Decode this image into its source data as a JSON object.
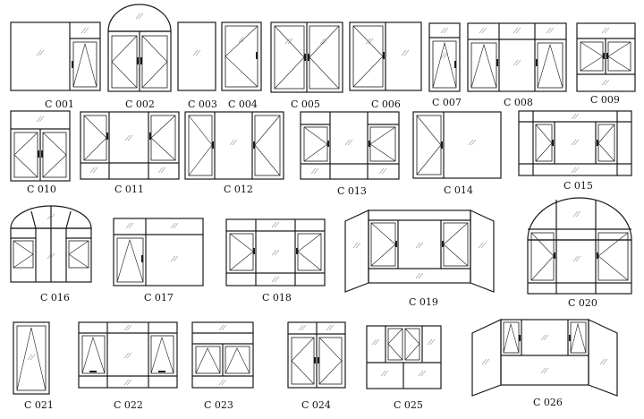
{
  "windows": [
    {
      "id": "c001",
      "code": "C 001"
    },
    {
      "id": "c002",
      "code": "C 002"
    },
    {
      "id": "c003",
      "code": "C 003"
    },
    {
      "id": "c004",
      "code": "C 004"
    },
    {
      "id": "c005",
      "code": "C 005"
    },
    {
      "id": "c006",
      "code": "C 006"
    },
    {
      "id": "c007",
      "code": "C 007"
    },
    {
      "id": "c008",
      "code": "C 008"
    },
    {
      "id": "c009",
      "code": "C 009"
    },
    {
      "id": "c010",
      "code": "C 010"
    },
    {
      "id": "c011",
      "code": "C 011"
    },
    {
      "id": "c012",
      "code": "C 012"
    },
    {
      "id": "c013",
      "code": "C 013"
    },
    {
      "id": "c014",
      "code": "C 014"
    },
    {
      "id": "c015",
      "code": "C 015"
    },
    {
      "id": "c016",
      "code": "C 016"
    },
    {
      "id": "c017",
      "code": "C 017"
    },
    {
      "id": "c018",
      "code": "C 018"
    },
    {
      "id": "c019",
      "code": "C 019"
    },
    {
      "id": "c020",
      "code": "C 020"
    },
    {
      "id": "c021",
      "code": "C 021"
    },
    {
      "id": "c022",
      "code": "C 022"
    },
    {
      "id": "c023",
      "code": "C 023"
    },
    {
      "id": "c024",
      "code": "C 024"
    },
    {
      "id": "c025",
      "code": "C 025"
    },
    {
      "id": "c026",
      "code": "C 026"
    }
  ]
}
